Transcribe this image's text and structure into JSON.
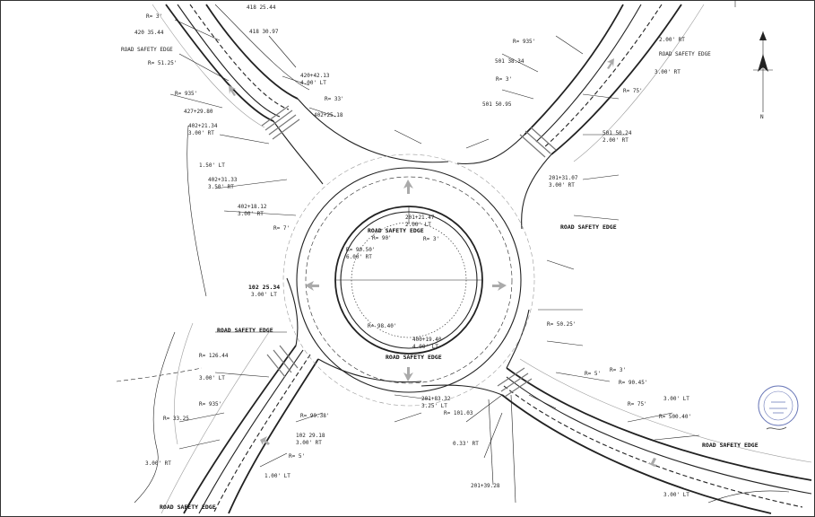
{
  "labels": {
    "top_1": "418 25.44",
    "top_2": "R= 3'",
    "top_3": "418 30.97",
    "top_4": "420 35.44",
    "top_5": "ROAD SAFETY EDGE",
    "top_6": "R= 51.25'",
    "top_7": "R= 935'",
    "top_8": "427+29.80",
    "top_9": "402+21.34",
    "top_10": "3.00' RT",
    "top_11": "420+42.13",
    "top_12": "4.00' LT",
    "top_13": "402+25.18",
    "top_14": "R= 935'",
    "top_15": "501 38.34",
    "top_16": "501 50.95",
    "top_17": "R= 3'",
    "top_18": "R= 33'",
    "top_19": "ROAD SAFETY EDGE",
    "top_20": "2.00' RT",
    "top_21": "3.00' RT",
    "top_22": "R= 75'",
    "top_23": "501 50.24",
    "top_24": "2.00' RT",
    "left_1": "402+31.33",
    "left_2": "3.50' RT",
    "left_3": "1.50' LT",
    "left_4": "402+18.12",
    "left_5": "3.00' RT",
    "left_6": "R= 7'",
    "left_7": "R= 90'",
    "mid_1": "201+21.47",
    "mid_2": "2.00' LT",
    "mid_3": "ROAD SAFETY EDGE",
    "mid_4": "R= 90.50'",
    "mid_5": "6.00' RT",
    "mid_6": "R= 3'",
    "mid_7": "400+19.40",
    "mid_8": "4.00' LT",
    "mid_9": "102 25.34",
    "mid_10": "3.00' LT",
    "mid_11": "ROAD SAFETY EDGE",
    "mid_12": "ROAD SAFETY EDGE",
    "mid_13": "R= 98.40'",
    "right_1": "201+31.07",
    "right_2": "3.00' RT",
    "right_3": "ROAD SAFETY EDGE",
    "right_4": "R= 50.25'",
    "right_5": "R= 90.45'",
    "right_6": "R= 3'",
    "right_7": "R= 75'",
    "right_8": "R= 500.40'",
    "right_9": "ROAD SAFETY EDGE",
    "right_10": "3.00' LT",
    "bot_1": "R= 126.44",
    "bot_2": "3.00' LT",
    "bot_3": "R= 935'",
    "bot_4": "R= 33.25",
    "bot_5": "R= 99.38'",
    "bot_6": "102 29.18",
    "bot_7": "3.00' RT",
    "bot_8": "R= 5'",
    "bot_9": "3.00' RT",
    "bot_10": "1.00' LT",
    "bot_11": "ROAD SAFETY EDGE",
    "bot_12": "201+83.32",
    "bot_13": "3.25' LT",
    "bot_14": "R= 101.03",
    "bot_15": "0.33' RT",
    "bot_16": "201+39.28",
    "bot_17": "R= 5'",
    "bot_18": "3.00' LT"
  },
  "north_arrow_letter": "N"
}
